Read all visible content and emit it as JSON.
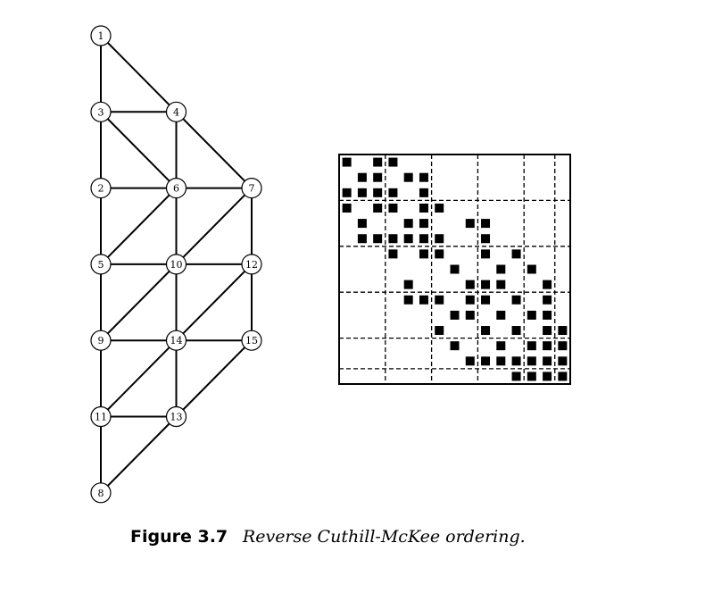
{
  "graph": {
    "nodes": [
      {
        "id": "1",
        "col": 0,
        "row": 0
      },
      {
        "id": "3",
        "col": 0,
        "row": 1
      },
      {
        "id": "4",
        "col": 1,
        "row": 1
      },
      {
        "id": "2",
        "col": 0,
        "row": 2
      },
      {
        "id": "6",
        "col": 1,
        "row": 2
      },
      {
        "id": "7",
        "col": 2,
        "row": 2
      },
      {
        "id": "5",
        "col": 0,
        "row": 3
      },
      {
        "id": "10",
        "col": 1,
        "row": 3
      },
      {
        "id": "12",
        "col": 2,
        "row": 3
      },
      {
        "id": "9",
        "col": 0,
        "row": 4
      },
      {
        "id": "14",
        "col": 1,
        "row": 4
      },
      {
        "id": "15",
        "col": 2,
        "row": 4
      },
      {
        "id": "11",
        "col": 0,
        "row": 5
      },
      {
        "id": "13",
        "col": 1,
        "row": 5
      },
      {
        "id": "8",
        "col": 0,
        "row": 6
      }
    ],
    "edges": [
      [
        "1",
        "3"
      ],
      [
        "1",
        "4"
      ],
      [
        "3",
        "4"
      ],
      [
        "3",
        "2"
      ],
      [
        "3",
        "6"
      ],
      [
        "4",
        "6"
      ],
      [
        "4",
        "7"
      ],
      [
        "2",
        "6"
      ],
      [
        "2",
        "5"
      ],
      [
        "6",
        "7"
      ],
      [
        "6",
        "10"
      ],
      [
        "6",
        "5"
      ],
      [
        "5",
        "10"
      ],
      [
        "5",
        "9"
      ],
      [
        "10",
        "12"
      ],
      [
        "10",
        "9"
      ],
      [
        "10",
        "14"
      ],
      [
        "7",
        "10"
      ],
      [
        "7",
        "12"
      ],
      [
        "9",
        "14"
      ],
      [
        "9",
        "11"
      ],
      [
        "14",
        "15"
      ],
      [
        "14",
        "11"
      ],
      [
        "14",
        "13"
      ],
      [
        "12",
        "14"
      ],
      [
        "12",
        "15"
      ],
      [
        "11",
        "13"
      ],
      [
        "11",
        "8"
      ],
      [
        "15",
        "13"
      ],
      [
        "13",
        "8"
      ]
    ]
  },
  "matrix": {
    "size": 15,
    "partitions": [
      3,
      6,
      9,
      12,
      14
    ]
  },
  "caption": {
    "label": "Figure 3.7",
    "text": "Reverse Cuthill-McKee ordering."
  }
}
